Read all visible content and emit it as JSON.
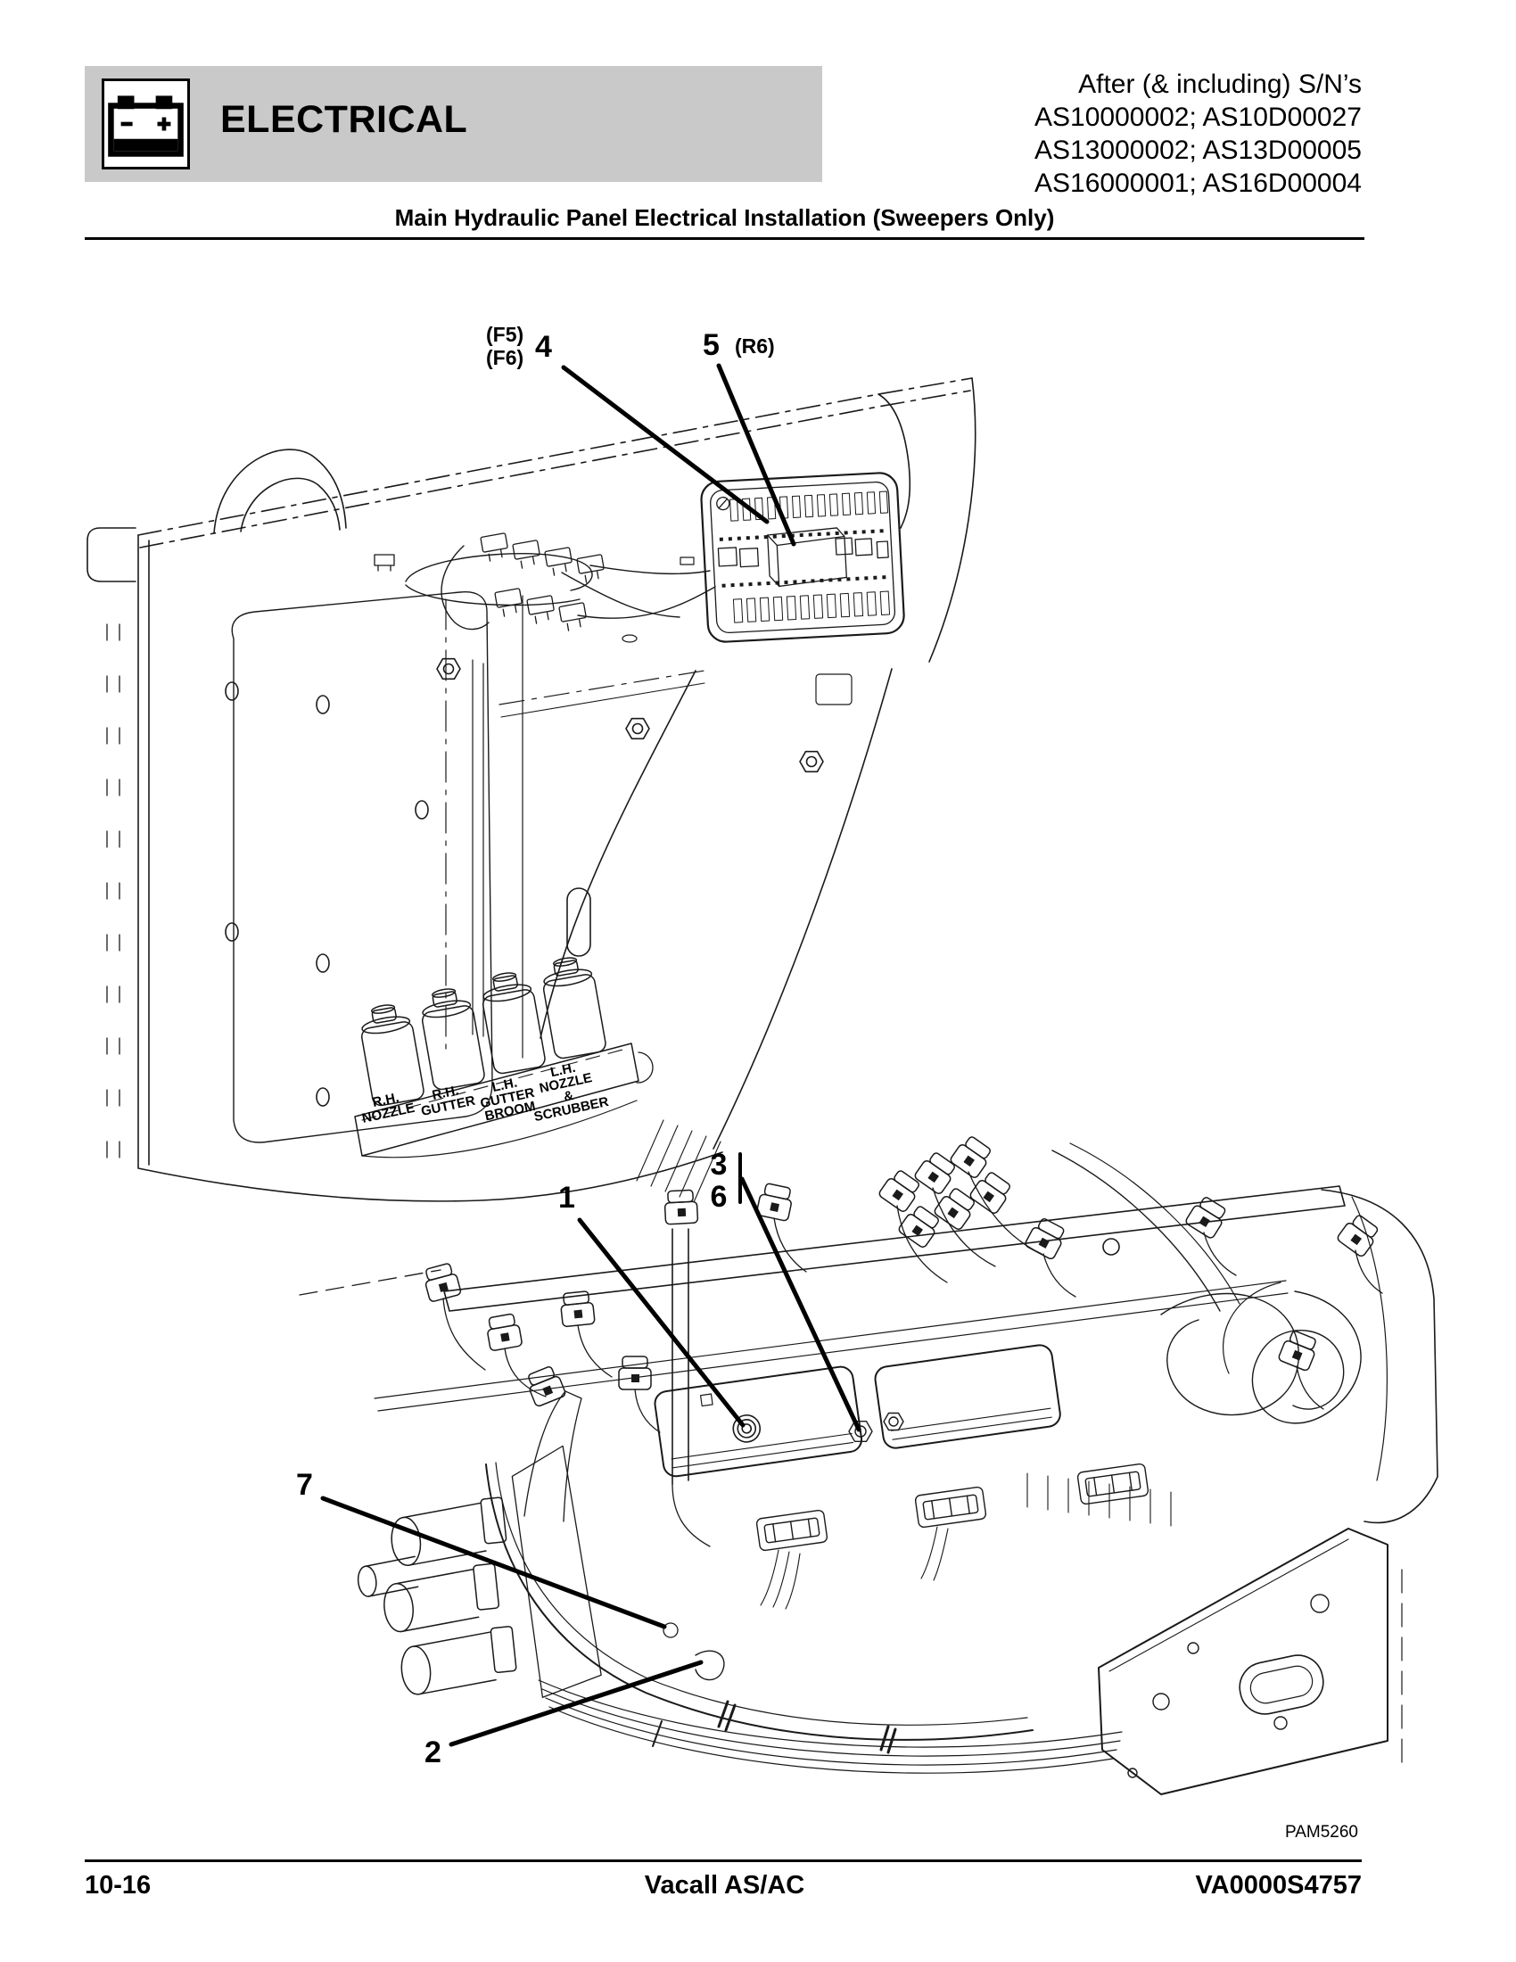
{
  "header": {
    "section_label": "ELECTRICAL",
    "icon_name": "battery-icon",
    "band_color": "#c9c9c9"
  },
  "serial_note": {
    "lines": [
      "After (& including) S/N’s",
      "AS10000002; AS10D00027",
      "AS13000002; AS13D00005",
      "AS16000001; AS16D00004"
    ]
  },
  "title": "Main Hydraulic Panel Electrical Installation (Sweepers Only)",
  "figure": {
    "callouts": {
      "c4": {
        "number": "4",
        "refs": [
          "(F5)",
          "(F6)"
        ]
      },
      "c5": {
        "number": "5",
        "ref": "(R6)"
      },
      "c3": {
        "number": "3"
      },
      "c6": {
        "number": "6"
      },
      "c1": {
        "number": "1"
      },
      "c7": {
        "number": "7"
      },
      "c2": {
        "number": "2"
      }
    },
    "component_labels": [
      {
        "lines": [
          "R.H.",
          "NOZZLE"
        ]
      },
      {
        "lines": [
          "R.H.",
          "GUTTER"
        ]
      },
      {
        "lines": [
          "L.H.",
          "GUTTER",
          "BROOM"
        ]
      },
      {
        "lines": [
          "L.H.",
          "NOZZLE",
          "&",
          "SCRUBBER"
        ]
      }
    ],
    "drawing_ref": "PAM5260"
  },
  "footer": {
    "page_number": "10-16",
    "model": "Vacall AS/AC",
    "document_number": "VA0000S4757"
  },
  "colors": {
    "ink": "#000000",
    "paper": "#ffffff",
    "band": "#c9c9c9"
  }
}
